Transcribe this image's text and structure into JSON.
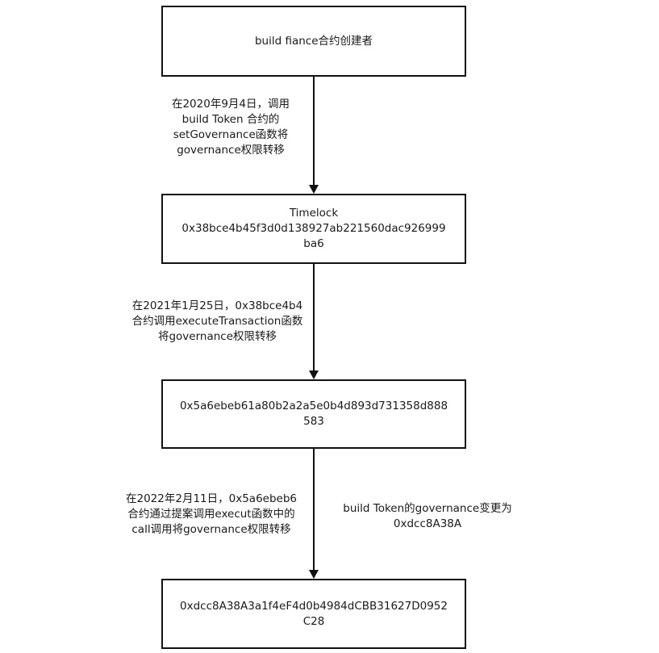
{
  "boxes": {
    "box1": {
      "lines": [
        "build fiance合约创建者"
      ]
    },
    "box2": {
      "lines": [
        "Timelock",
        "0x38bce4b45f3d0d138927ab221560dac926999",
        "ba6"
      ]
    },
    "box3": {
      "lines": [
        "0x5a6ebeb61a80b2a2a5e0b4d893d731358d888",
        "583"
      ]
    },
    "box4": {
      "lines": [
        "0xdcc8A38A3a1f4eF4d0b4984dCBB31627D0952",
        "C28"
      ]
    }
  },
  "edges": {
    "edge1": {
      "lines": [
        "在2020年9月4日，调用",
        "build Token 合约的",
        "setGovernance函数将",
        "governance权限转移"
      ]
    },
    "edge2": {
      "lines": [
        "在2021年1月25日，0x38bce4b4",
        "合约调用executeTransaction函数",
        "将governance权限转移"
      ]
    },
    "edge3": {
      "lines": [
        "在2022年2月11日，0x5a6ebeb6",
        "合约通过提案调用execut函数中的",
        "call调用将governance权限转移"
      ]
    }
  },
  "side_note": {
    "lines": [
      "build Token的governance变更为",
      "0xdcc8A38A"
    ]
  },
  "colors": {
    "stroke": "#111111",
    "text": "#1a1a1a",
    "background": "#ffffff"
  }
}
